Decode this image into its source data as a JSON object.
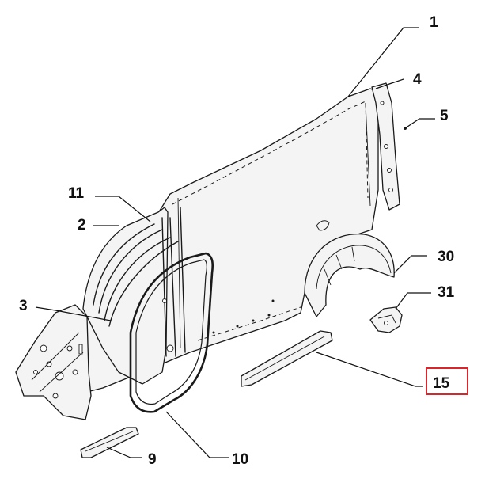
{
  "diagram": {
    "callouts": {
      "c1": "1",
      "c2": "2",
      "c3": "3",
      "c4": "4",
      "c5": "5",
      "c9": "9",
      "c10": "10",
      "c11": "11",
      "c15": "15",
      "c30": "30",
      "c31": "31"
    },
    "highlighted_callout": "15",
    "highlight_color": "#d9262c",
    "line_color": "#1a1a1a"
  }
}
